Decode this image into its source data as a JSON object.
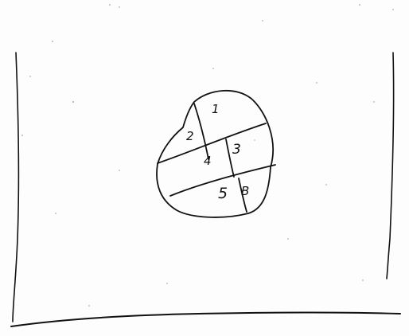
{
  "sketch": {
    "ink_color": "#111111",
    "paper_color": "#fdfdfd",
    "regions": [
      {
        "id": "region-1",
        "label": "1"
      },
      {
        "id": "region-2",
        "label": "2"
      },
      {
        "id": "region-3",
        "label": "3"
      },
      {
        "id": "region-4",
        "label": "4"
      },
      {
        "id": "region-5",
        "label": "5"
      },
      {
        "id": "region-6",
        "label": "B"
      }
    ]
  }
}
